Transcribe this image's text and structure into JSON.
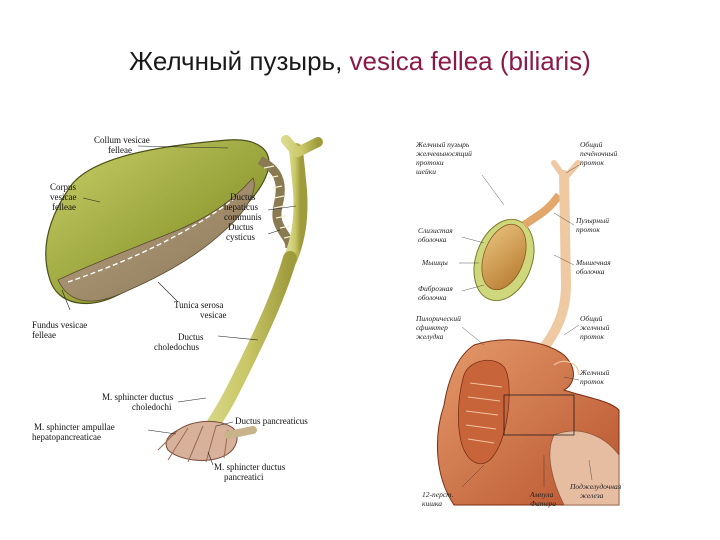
{
  "title": {
    "main": "Желчный пузырь, ",
    "latin": "vesica fellea (biliaris)"
  },
  "left_figure": {
    "labels": {
      "collum": [
        "Collum vesicae",
        "felleae"
      ],
      "corpus": [
        "Corpus",
        "vesicae",
        "felleae"
      ],
      "hepaticus": [
        "Ductus",
        "hepaticus",
        "communis"
      ],
      "cysticus": [
        "Ductus",
        "cysticus"
      ],
      "serosa": [
        "Tunica serosa",
        "vesicae"
      ],
      "fundus": [
        "Fundus vesicae",
        "felleae"
      ],
      "choledochus": [
        "Ductus",
        "choledochus"
      ],
      "sph_choledochi": [
        "M. sphincter ductus",
        "choledochi"
      ],
      "pancreaticus": [
        "Ductus pancreaticus"
      ],
      "sph_ampullae": [
        "M. sphincter ampullae",
        "hepatopancreaticae"
      ],
      "sph_pancreatici": [
        "M. sphincter ductus",
        "pancreatici"
      ]
    }
  },
  "right_figure": {
    "labels": {
      "a": [
        "Желчный пузырь",
        "желчевыносящий",
        "протоки",
        "шейки"
      ],
      "b": [
        "Общий",
        "печёночный",
        "проток"
      ],
      "c": [
        "Слизистая",
        "оболочка"
      ],
      "d": [
        "Пузырный",
        "проток"
      ],
      "e": [
        "Мышцы"
      ],
      "f": [
        "Мышечная",
        "оболочка"
      ],
      "g": [
        "Фиброзная",
        "оболочка"
      ],
      "h": [
        "Пилорический",
        "сфинктер",
        "желудка"
      ],
      "i": [
        "Общий",
        "желчный",
        "проток"
      ],
      "j": [
        "Желчный",
        "проток"
      ],
      "k": [
        "12-перст.",
        "кишка"
      ],
      "l": [
        "Ампула",
        "Фатера"
      ],
      "m": [
        "Поджелудочная",
        "железа"
      ]
    }
  }
}
